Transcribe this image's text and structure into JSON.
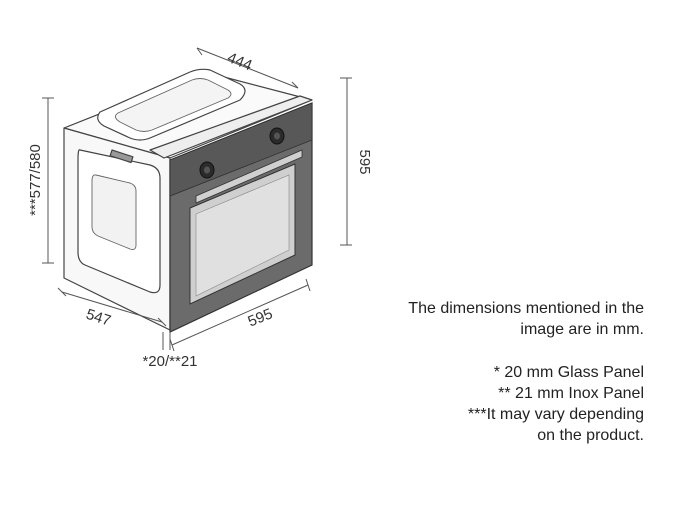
{
  "dimensions": {
    "depth_top": "444",
    "height_right": "595",
    "height_left": "***577/580",
    "depth_bottom": "547",
    "width_bottom": "595",
    "panel": "*20/**21"
  },
  "notes": {
    "intro_line1": "The dimensions mentioned in the",
    "intro_line2": "image are in mm.",
    "glass": "*  20 mm Glass Panel",
    "inox": "**  21 mm Inox Panel",
    "vary_line1": "***It may vary depending",
    "vary_line2": "on the product."
  }
}
